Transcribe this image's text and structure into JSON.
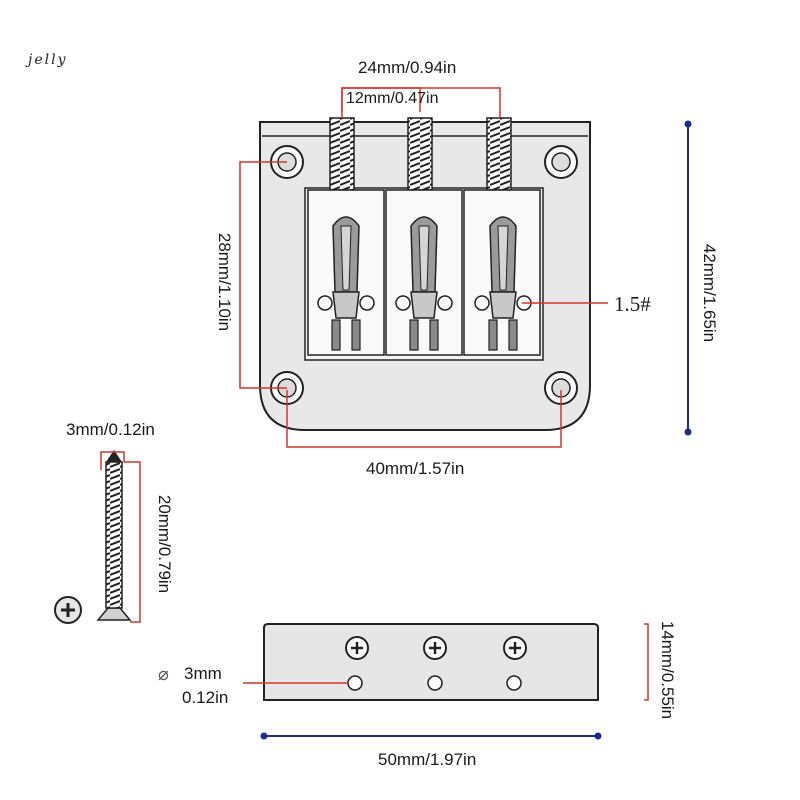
{
  "brand": "jelly",
  "colors": {
    "dimension_red": "#d9342b",
    "dimension_blue": "#1f2a8c",
    "metal": "#e6e6e6",
    "outline": "#222222"
  },
  "bridge_top": {
    "width_dim": "24mm/0.94in",
    "spacing_dim": "12mm/0.47in",
    "hole_height_dim": "28mm/1.10in",
    "height_dim": "42mm/1.65in",
    "hole_spacing_dim": "40mm/1.57in",
    "hex_label": "1.5#"
  },
  "screw": {
    "head_dim": "3mm/0.12in",
    "length_dim": "20mm/0.79in"
  },
  "bridge_side": {
    "height_dim": "14mm/0.55in",
    "width_dim": "50mm/1.97in",
    "hole_dia_line1": "3mm",
    "hole_dia_line2": "0.12in",
    "diameter_symbol": "⌀"
  }
}
